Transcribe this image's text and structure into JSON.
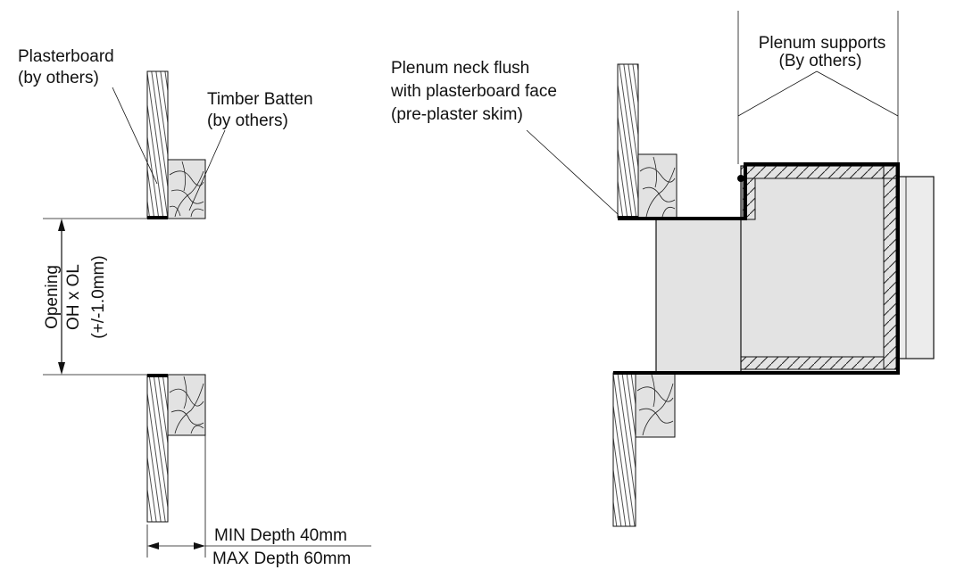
{
  "labels": {
    "plasterboard": [
      "Plasterboard",
      "(by others)"
    ],
    "timber_batten": [
      "Timber Batten",
      "(by others)"
    ],
    "opening": [
      "Opening",
      "OH x OL",
      "(+/-1.0mm)"
    ],
    "min_depth": "MIN Depth 40mm",
    "max_depth": "MAX Depth 60mm",
    "plenum_neck": [
      "Plenum neck  flush",
      "with plasterboard face",
      "(pre-plaster skim)"
    ],
    "plenum_supports": [
      "Plenum supports",
      "(By others)"
    ]
  },
  "colors": {
    "line": "#111111",
    "batten_fill": "#e2e2e2",
    "plenum_fill": "#e3e3e3"
  }
}
